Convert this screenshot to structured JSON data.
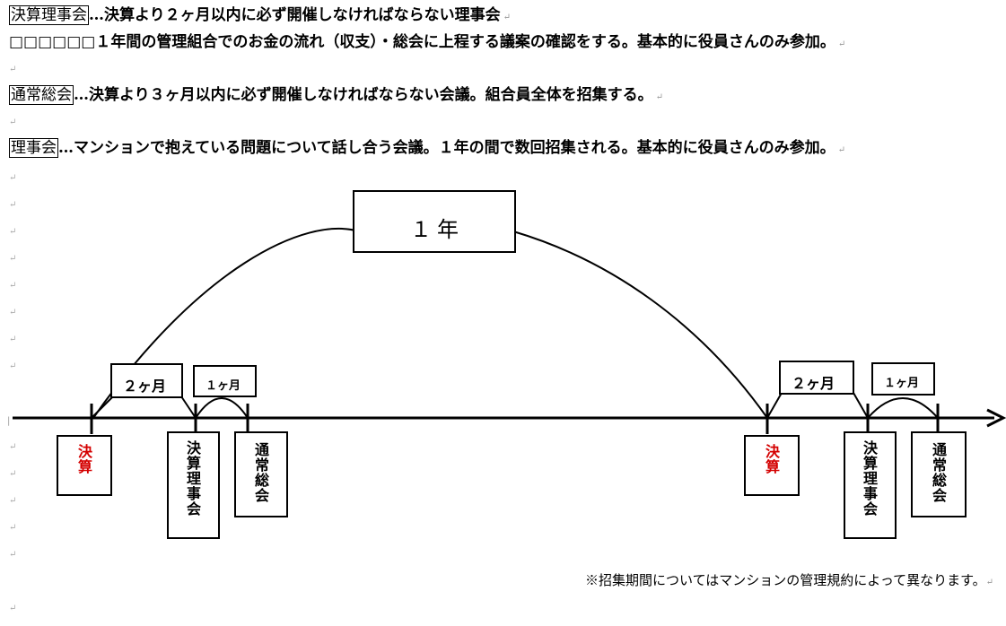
{
  "definitions": [
    {
      "term": "決算理事会",
      "text": "…決算より２ヶ月以内に必ず開催しなければならない理事会"
    },
    {
      "term": "",
      "text": "□□□□□□１年間の管理組合でのお金の流れ（収支）・総会に上程する議案の確認をする。基本的に役員さんのみ参加。"
    },
    {
      "term": "通常総会",
      "text": "…決算より３ヶ月以内に必ず開催しなければならない会議。組合員全体を招集する。"
    },
    {
      "term": "理事会",
      "text": "…マンションで抱えている問題について話し合う会議。１年の間で数回招集される。基本的に役員さんのみ参加。"
    }
  ],
  "diagram": {
    "year_label": "１年",
    "period_2m": "２ヶ月",
    "period_1m": "１ヶ月",
    "events": [
      "決算",
      "決算理事会",
      "通常総会"
    ],
    "event_colors": {
      "kessan": "#d40000",
      "default": "#000000"
    }
  },
  "note": "※招集期間についてはマンションの管理規約によって異なります。",
  "para_mark": "↵"
}
